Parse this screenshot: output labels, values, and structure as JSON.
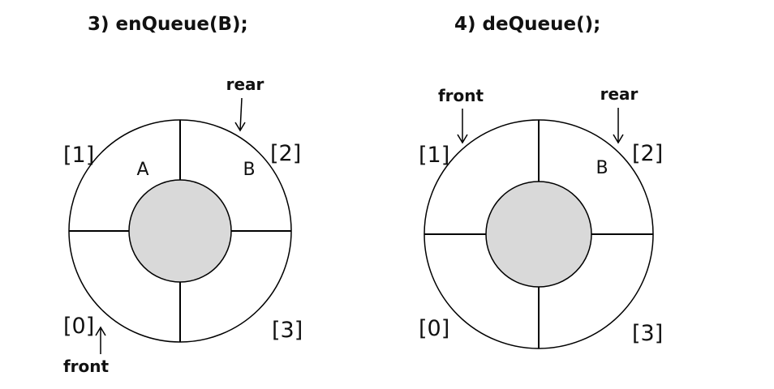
{
  "panels": [
    {
      "title": "3) enQueue(B);",
      "indices": [
        "[0]",
        "[1]",
        "[2]",
        "[3]"
      ],
      "slots": [
        "",
        "A",
        "B",
        ""
      ],
      "front_label": "front",
      "rear_label": "rear"
    },
    {
      "title": "4) deQueue();",
      "indices": [
        "[0]",
        "[1]",
        "[2]",
        "[3]"
      ],
      "slots": [
        "",
        "",
        "B",
        ""
      ],
      "front_label": "front",
      "rear_label": "rear"
    }
  ],
  "colors": {
    "core_fill": "#d9d9d9",
    "stroke": "#000000"
  }
}
